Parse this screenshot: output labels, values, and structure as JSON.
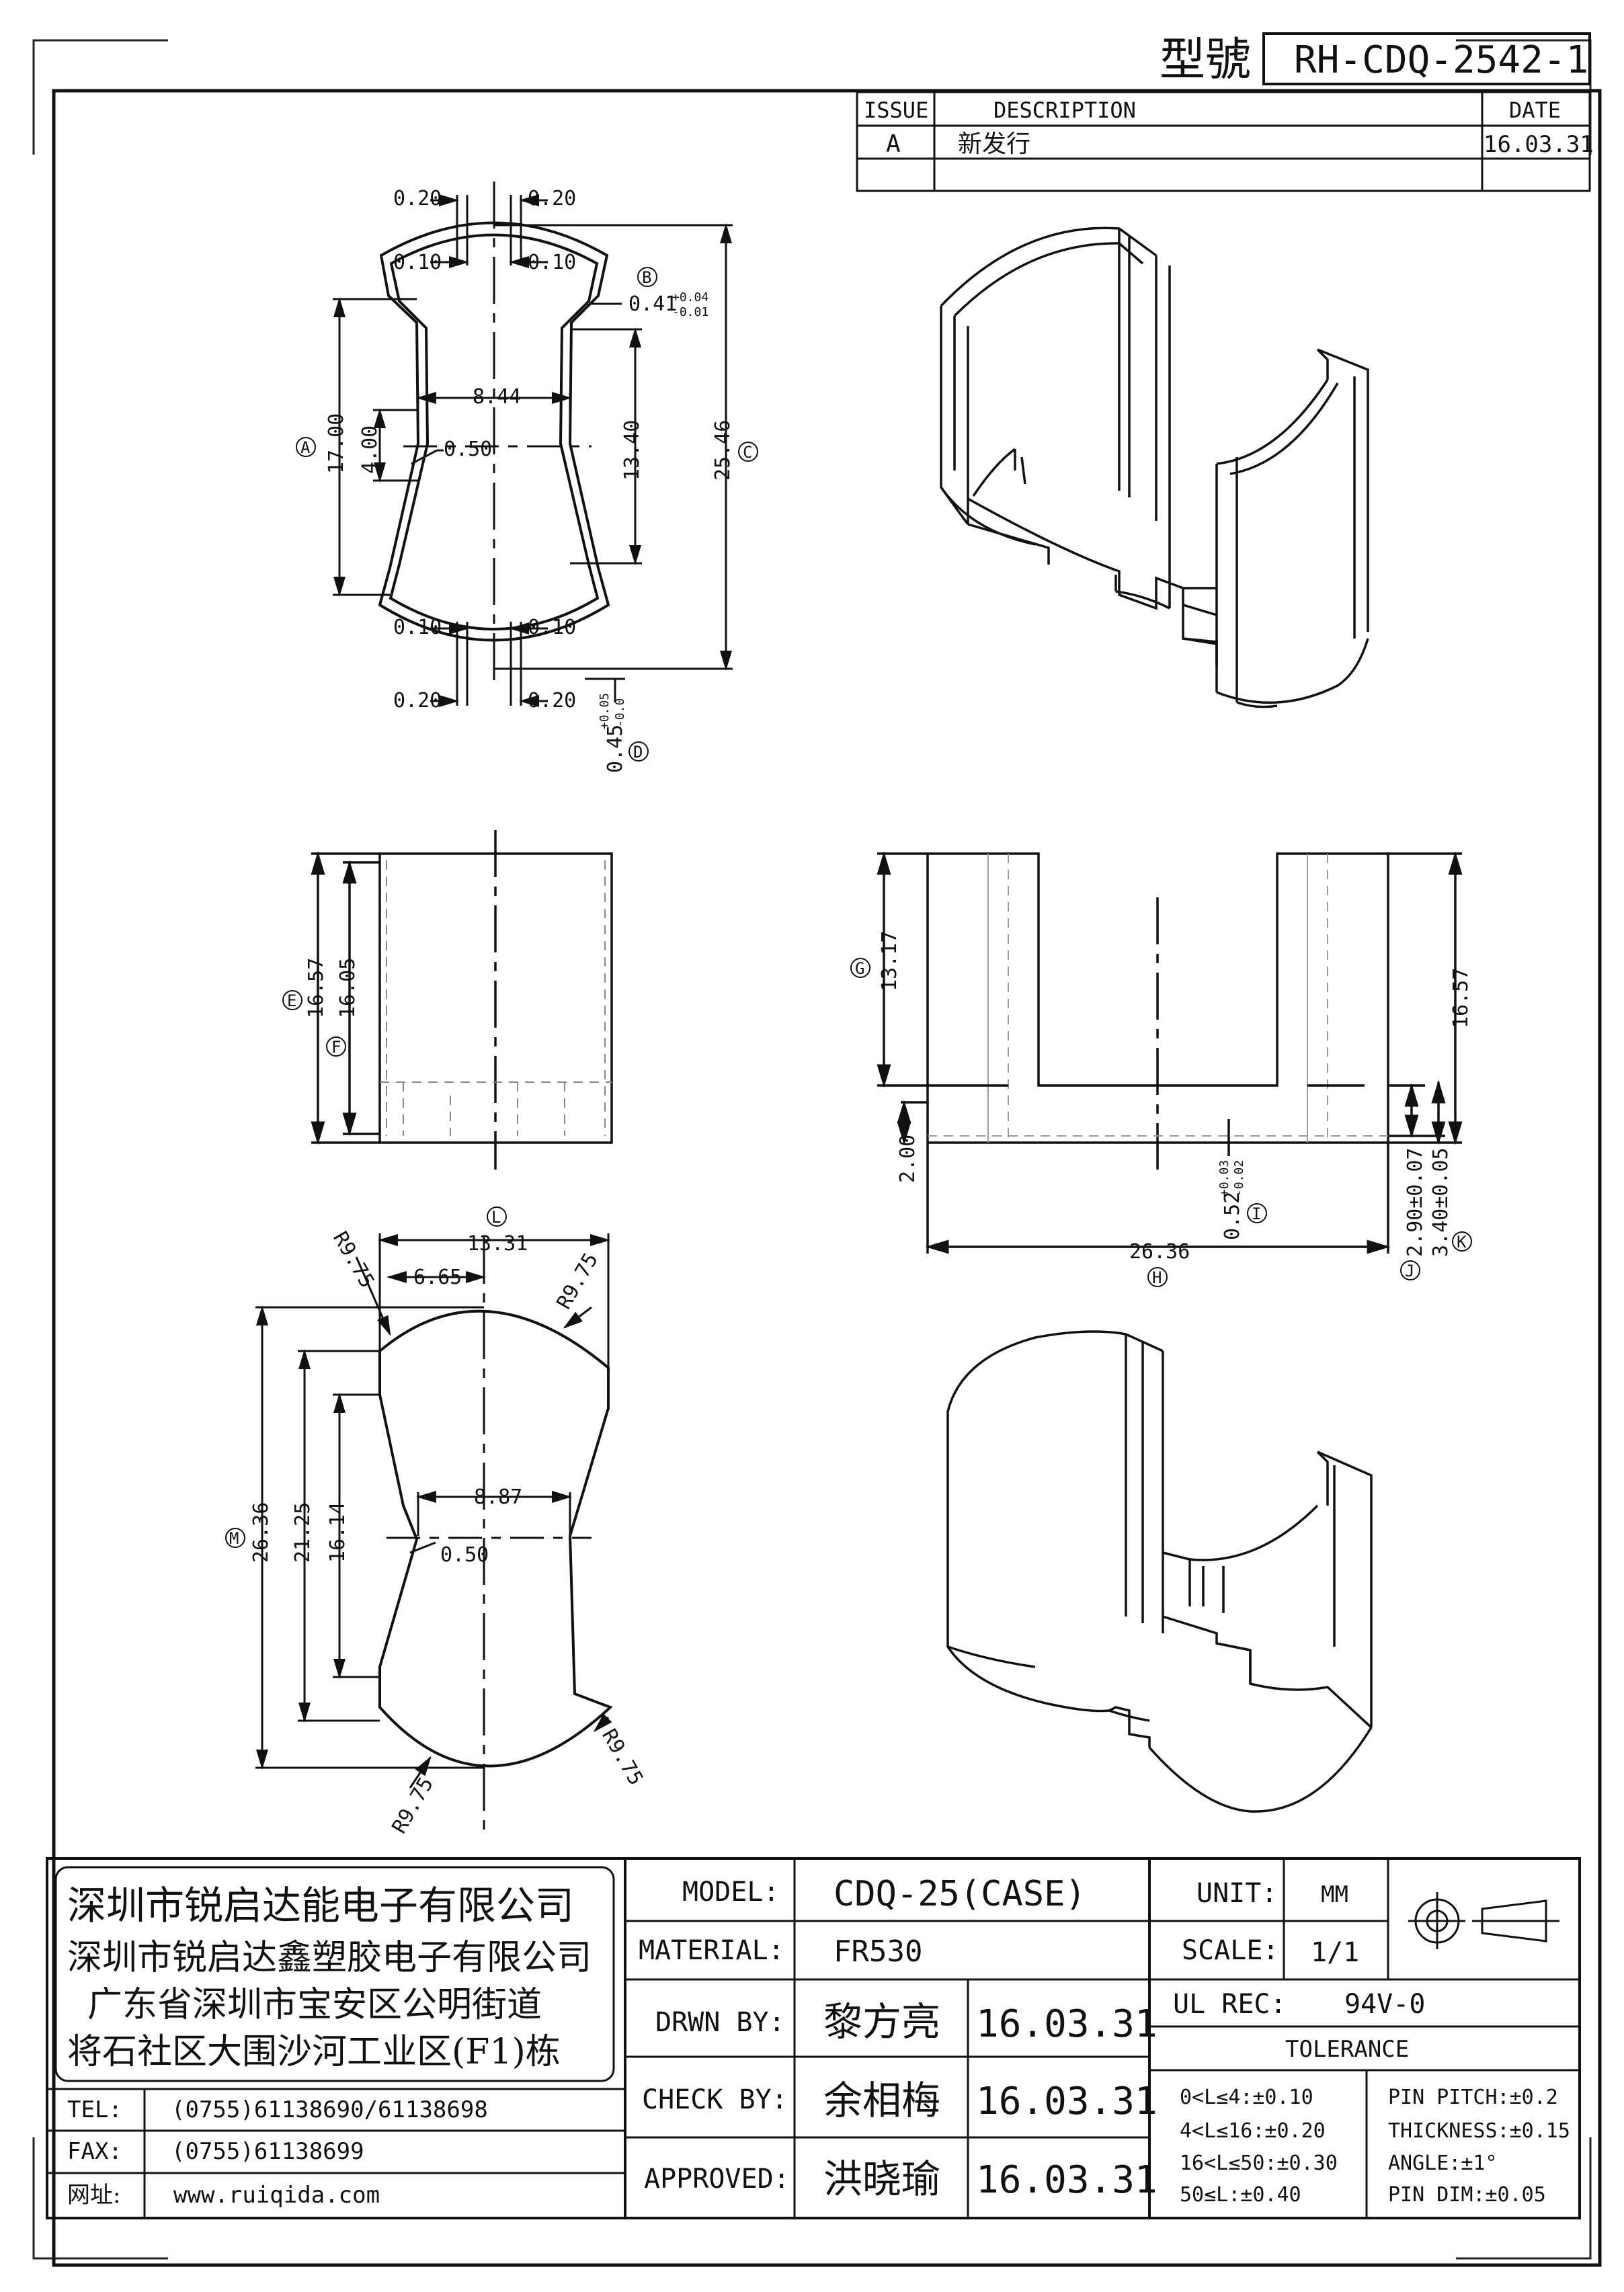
{
  "model_no": {
    "label": "型號",
    "value": "RH-CDQ-2542-1"
  },
  "revision": {
    "headers": [
      "ISSUE",
      "DESCRIPTION",
      "DATE"
    ],
    "rows": [
      {
        "issue": "A",
        "description": "新发行",
        "date": "16.03.31"
      }
    ]
  },
  "top_view": {
    "dims": {
      "wall_l": "0.20",
      "wall_r": "0.20",
      "inner_l": "0.10",
      "inner_r": "0.10",
      "b_value": "0.41",
      "b_tol_plus": "+0.04",
      "b_tol_minus": "-0.01",
      "waist": "8.44",
      "a_value": "17.00",
      "notch": "4.00",
      "notch_r": "0.50",
      "waist_h": "13.40",
      "c_value": "25.46",
      "inner_l_bottom": "0.10",
      "inner_r_bottom": "0.10",
      "wall_l_bottom": "0.20",
      "wall_r_bottom": "0.20",
      "d_value": "0.45",
      "d_tol_plus": "+0.05",
      "d_tol_minus": "-0.0"
    },
    "labels": {
      "a": "A",
      "b": "B",
      "c": "C",
      "d": "D"
    }
  },
  "side_view": {
    "dims": {
      "e_value": "16.57",
      "f_value": "16.05"
    },
    "labels": {
      "e": "E",
      "f": "F"
    }
  },
  "front_view": {
    "dims": {
      "g_value": "13.17",
      "height_total": "16.57",
      "base_h": "2.00",
      "i_value": "0.52",
      "i_tol_plus": "+0.03",
      "i_tol_minus": "-0.02",
      "h_value": "26.36",
      "j_value": "2.90±0.07",
      "k_value": "3.40±0.05"
    },
    "labels": {
      "g": "G",
      "h": "H",
      "i": "I",
      "j": "J",
      "k": "K"
    }
  },
  "bottom_view": {
    "dims": {
      "l_value": "13.31",
      "half": "6.65",
      "r_tl": "R9.75",
      "r_tr": "R9.75",
      "m_value": "26.36",
      "h2": "21.25",
      "h3": "16.14",
      "waist": "8.87",
      "notch_r": "0.50",
      "r_br": "R9.75",
      "r_bl": "R9.75"
    },
    "labels": {
      "l": "L",
      "m": "M"
    }
  },
  "title_block": {
    "company": [
      "深圳市锐启达能电子有限公司",
      "深圳市锐启达鑫塑胶电子有限公司",
      "广东省深圳市宝安区公明街道",
      "将石社区大围沙河工业区(F1)栋"
    ],
    "tel_label": "TEL:",
    "tel": "(0755)61138690/61138698",
    "fax_label": "FAX:",
    "fax": "(0755)61138699",
    "web_label": "网址:",
    "web": "www.ruiqida.com",
    "model_label": "MODEL:",
    "model": "CDQ-25(CASE)",
    "material_label": "MATERIAL:",
    "material": "FR530",
    "drawn_label": "DRWN BY:",
    "drawn_by": "黎方亮",
    "drawn_date": "16.03.31",
    "check_label": "CHECK BY:",
    "check_by": "余相梅",
    "check_date": "16.03.31",
    "approved_label": "APPROVED:",
    "approved_by": "洪晓瑜",
    "approved_date": "16.03.31",
    "unit_label": "UNIT:",
    "unit": "MM",
    "scale_label": "SCALE:",
    "scale": "1/1",
    "ul_label": "UL REC:",
    "ul": "94V-0",
    "tolerance_label": "TOLERANCE",
    "tolerances": [
      "0<L≤4:±0.10",
      "4<L≤16:±0.20",
      "16<L≤50:±0.30",
      "50≤L:±0.40"
    ],
    "specs": [
      "PIN PITCH:±0.2",
      "THICKNESS:±0.15",
      "ANGLE:±1°",
      "PIN DIM:±0.05"
    ]
  }
}
